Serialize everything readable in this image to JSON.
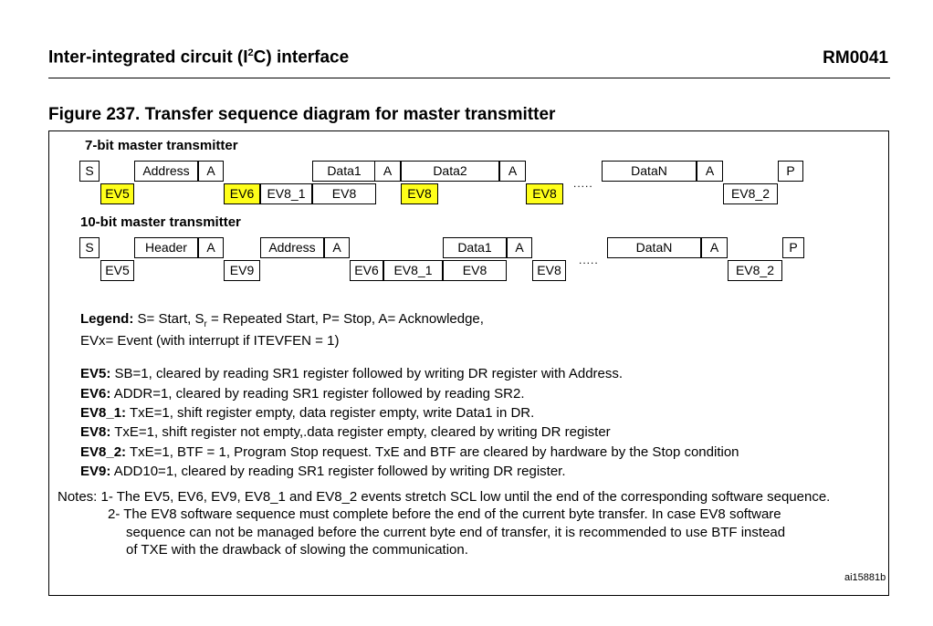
{
  "header": {
    "title_pre": "Inter-integrated circuit (I",
    "title_sup": "2",
    "title_post": "C) interface",
    "doc_id": "RM0041"
  },
  "figure": {
    "title": "Figure 237. Transfer sequence diagram for master transmitter",
    "id": "ai15881b"
  },
  "seven_bit": {
    "title": "7-bit master transmitter",
    "cells": [
      {
        "text": "S",
        "row": "top",
        "hl": false
      },
      {
        "text": "EV5",
        "row": "bottom",
        "hl": true
      },
      {
        "text": "Address",
        "row": "top",
        "hl": false
      },
      {
        "text": "A",
        "row": "top",
        "hl": false
      },
      {
        "text": "EV6",
        "row": "bottom",
        "hl": true
      },
      {
        "text": "EV8_1",
        "row": "bottom",
        "hl": false
      },
      {
        "text": "Data1",
        "row": "top",
        "hl": false
      },
      {
        "text": "EV8",
        "row": "bottom",
        "hl": false
      },
      {
        "text": "A",
        "row": "top",
        "hl": false
      },
      {
        "text": "EV8",
        "row": "bottom",
        "hl": true
      },
      {
        "text": "Data2",
        "row": "top",
        "hl": false
      },
      {
        "text": "A",
        "row": "top",
        "hl": false
      },
      {
        "text": "EV8",
        "row": "bottom",
        "hl": true
      },
      {
        "text": "DataN",
        "row": "top",
        "hl": false
      },
      {
        "text": "A",
        "row": "top",
        "hl": false
      },
      {
        "text": "EV8_2",
        "row": "bottom",
        "hl": false
      },
      {
        "text": "P",
        "row": "top",
        "hl": false
      }
    ],
    "ellipsis": "....."
  },
  "ten_bit": {
    "title": "10-bit master transmitter",
    "cells": [
      {
        "text": "S",
        "row": "top",
        "hl": false
      },
      {
        "text": "EV5",
        "row": "bottom",
        "hl": false
      },
      {
        "text": "Header",
        "row": "top",
        "hl": false
      },
      {
        "text": "A",
        "row": "top",
        "hl": false
      },
      {
        "text": "EV9",
        "row": "bottom",
        "hl": false
      },
      {
        "text": "Address",
        "row": "top",
        "hl": false
      },
      {
        "text": "A",
        "row": "top",
        "hl": false
      },
      {
        "text": "EV6",
        "row": "bottom",
        "hl": false
      },
      {
        "text": "EV8_1",
        "row": "bottom",
        "hl": false
      },
      {
        "text": "Data1",
        "row": "top",
        "hl": false
      },
      {
        "text": "EV8",
        "row": "bottom",
        "hl": false
      },
      {
        "text": "A",
        "row": "top",
        "hl": false
      },
      {
        "text": "EV8",
        "row": "bottom",
        "hl": false
      },
      {
        "text": "DataN",
        "row": "top",
        "hl": false
      },
      {
        "text": "A",
        "row": "top",
        "hl": false
      },
      {
        "text": "EV8_2",
        "row": "bottom",
        "hl": false
      },
      {
        "text": "P",
        "row": "top",
        "hl": false
      }
    ],
    "ellipsis": "....."
  },
  "legend": {
    "label": "Legend:",
    "line1_a": "S= Start, S",
    "line1_sub": "r",
    "line1_b": " = Repeated Start, P= Stop, A= Acknowledge,",
    "line2": "EVx= Event (with interrupt if ITEVFEN = 1)"
  },
  "events": [
    {
      "name": "EV5:",
      "desc": " SB=1, cleared by reading SR1 register followed by writing DR register with Address."
    },
    {
      "name": "EV6:",
      "desc": " ADDR=1, cleared by reading SR1 register followed by reading SR2."
    },
    {
      "name": "EV8_1:",
      "desc": " TxE=1, shift register empty, data register empty, write Data1 in DR."
    },
    {
      "name": "EV8:",
      "desc": " TxE=1, shift register not empty,.data register empty, cleared by writing DR register"
    },
    {
      "name": "EV8_2:",
      "desc": " TxE=1, BTF = 1, Program Stop request. TxE and BTF are cleared by hardware by the Stop condition"
    },
    {
      "name": "EV9:",
      "desc": " ADD10=1, cleared by reading SR1 register followed by writing DR register."
    }
  ],
  "notes": {
    "line1": "Notes: 1- The EV5, EV6, EV9, EV8_1 and EV8_2 events stretch SCL low until the end of the corresponding software sequence.",
    "line2": "2- The EV8 software sequence must complete before the end of the current byte transfer. In case EV8 software",
    "line3": "sequence can not be managed before the current byte end of transfer, it is recommended to use BTF instead",
    "line4": "of TXE with the drawback of slowing the communication."
  }
}
